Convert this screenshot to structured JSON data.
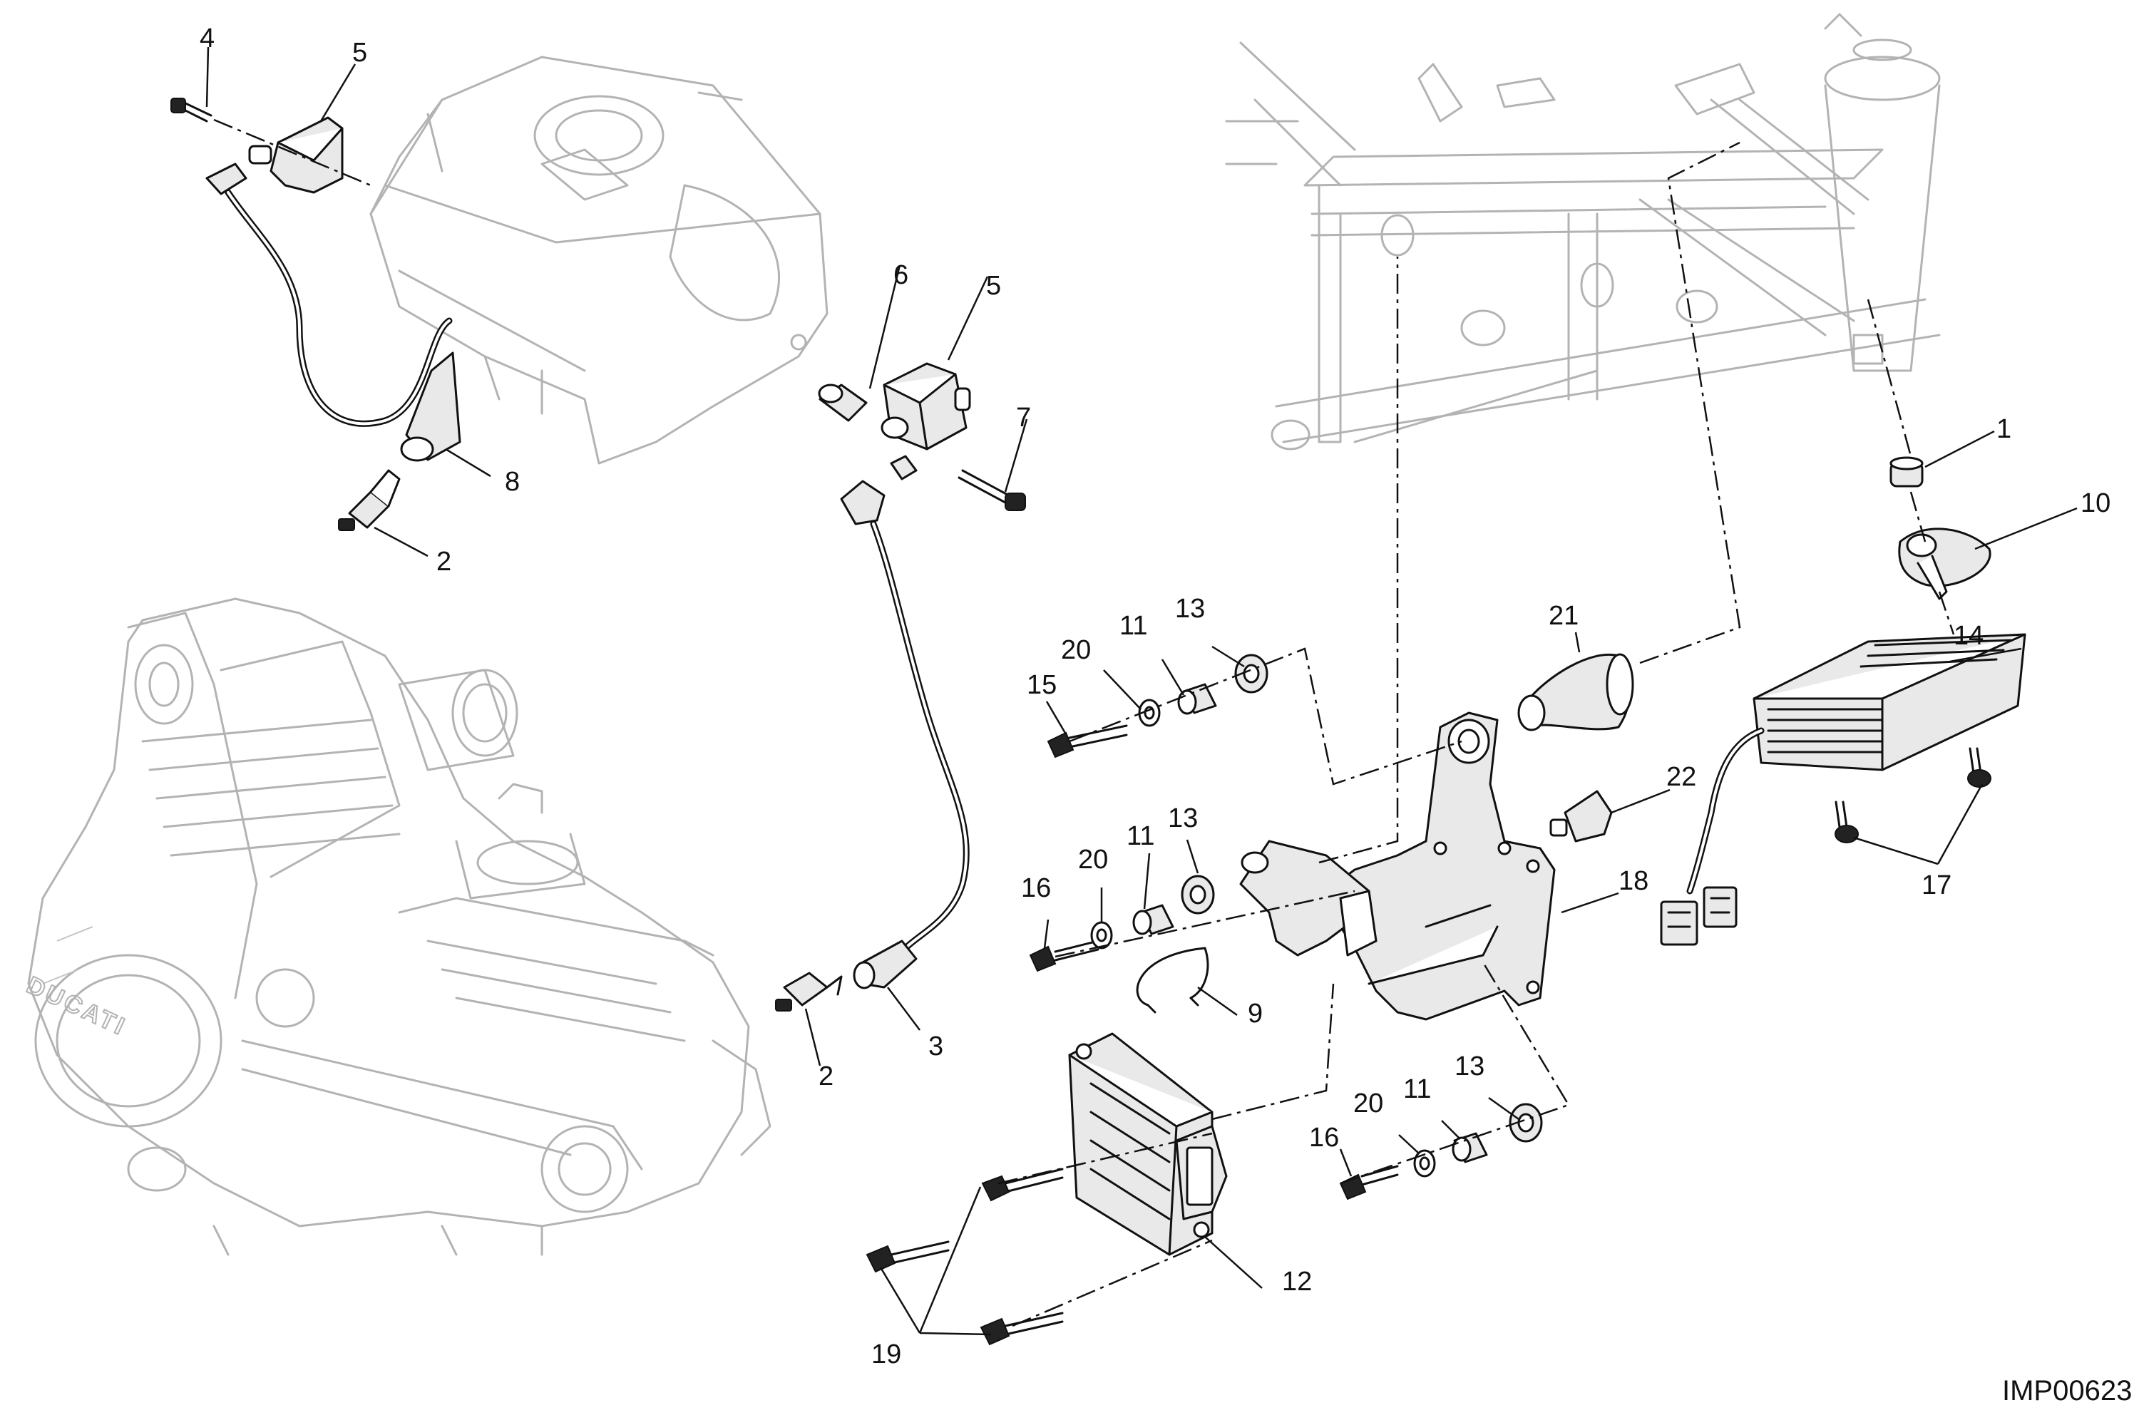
{
  "diagram_code": "IMP00623",
  "callouts": {
    "n1": "1",
    "n2a": "2",
    "n2b": "2",
    "n3": "3",
    "n4": "4",
    "n5a": "5",
    "n5b": "5",
    "n6": "6",
    "n7": "7",
    "n8": "8",
    "n9": "9",
    "n10": "10",
    "n11a": "11",
    "n11b": "11",
    "n11c": "11",
    "n12": "12",
    "n13a": "13",
    "n13b": "13",
    "n13c": "13",
    "n14": "14",
    "n15": "15",
    "n16a": "16",
    "n16b": "16",
    "n17": "17",
    "n18": "18",
    "n19": "19",
    "n20a": "20",
    "n20b": "20",
    "n20c": "20",
    "n21": "21",
    "n22": "22"
  },
  "engine_casting_text": "DUCATI",
  "colors": {
    "line": "#111111",
    "ghost": "#b3b3b3",
    "background": "#ffffff"
  }
}
